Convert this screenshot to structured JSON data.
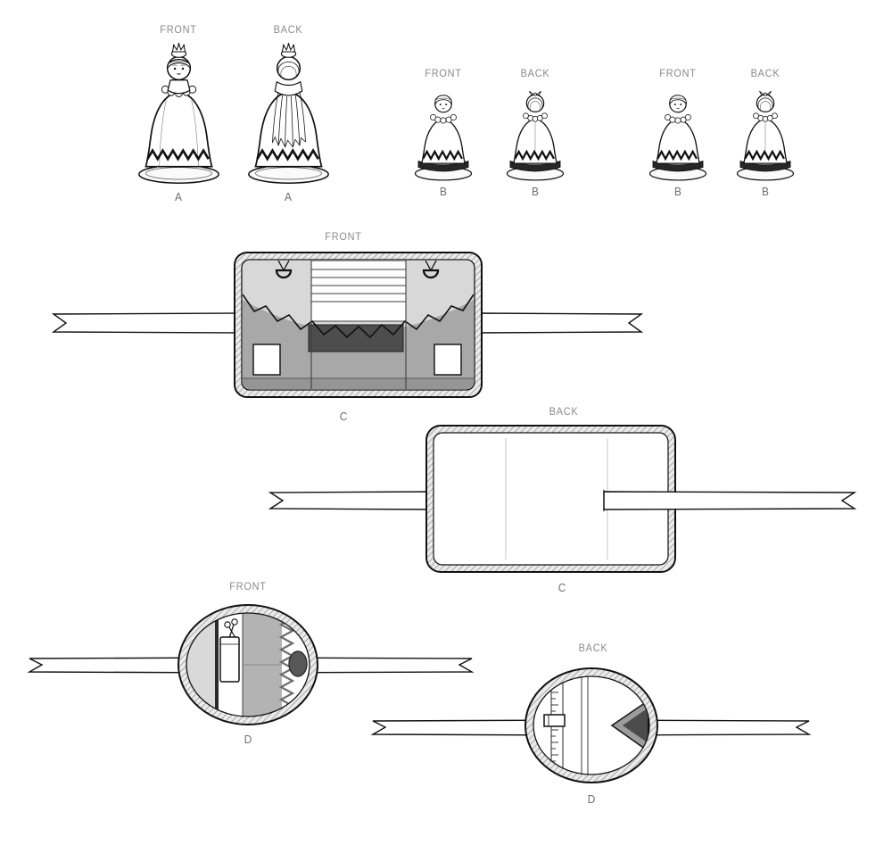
{
  "document": {
    "kind": "sewing-pattern-line-art"
  },
  "palette": {
    "line": "#111111",
    "label_gray": "#8a8a8a",
    "letter_gray": "#6e6e6e",
    "light_gray_fill": "#d8d8d8",
    "mid_gray_fill": "#a8a8a8",
    "dark_gray_fill": "#4d4d4d"
  },
  "figures": {
    "doll_a_front": {
      "view_label": "FRONT",
      "letter": "A"
    },
    "doll_a_back": {
      "view_label": "BACK",
      "letter": "A"
    },
    "doll_b_left_front": {
      "view_label": "FRONT",
      "letter": "B"
    },
    "doll_b_left_back": {
      "view_label": "BACK",
      "letter": "B"
    },
    "doll_b_right_front": {
      "view_label": "FRONT",
      "letter": "B"
    },
    "doll_b_right_back": {
      "view_label": "BACK",
      "letter": "B"
    },
    "organizer_c_front": {
      "view_label": "FRONT",
      "letter": "C"
    },
    "organizer_c_back": {
      "view_label": "BACK",
      "letter": "C"
    },
    "case_d_front": {
      "view_label": "FRONT",
      "letter": "D"
    },
    "case_d_back": {
      "view_label": "BACK",
      "letter": "D"
    }
  }
}
